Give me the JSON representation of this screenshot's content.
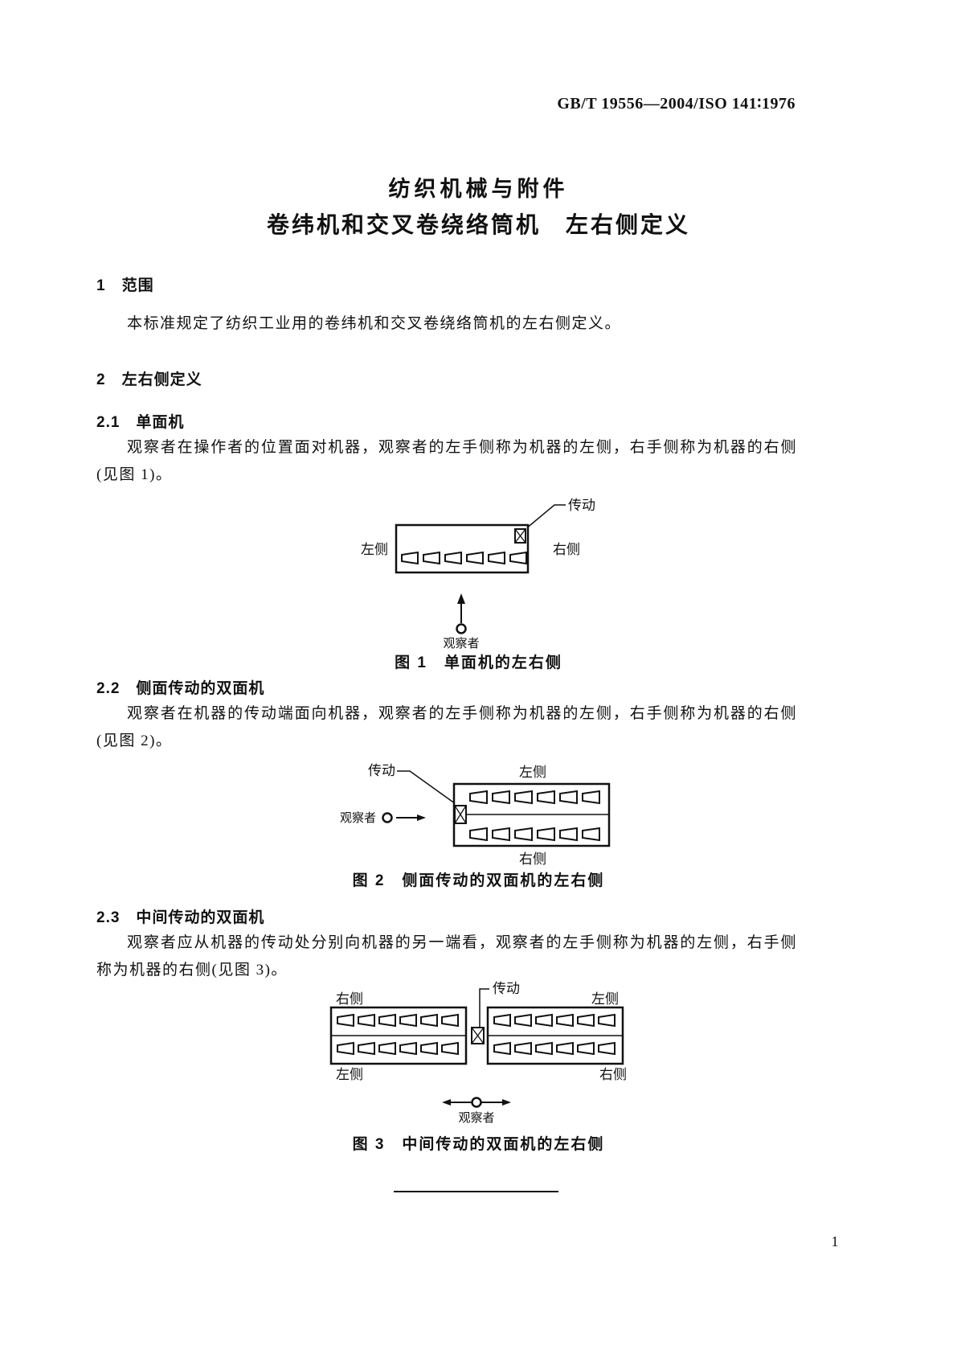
{
  "document": {
    "standard_number": "GB/T 19556—2004/ISO 141∶1976",
    "title_line1": "纺织机械与附件",
    "title_line2": "卷纬机和交叉卷绕络筒机　左右侧定义",
    "page_number": "1"
  },
  "sections": {
    "s1": {
      "heading": "1　范围",
      "body": "本标准规定了纺织工业用的卷纬机和交叉卷绕络筒机的左右侧定义。"
    },
    "s2": {
      "heading": "2　左右侧定义"
    },
    "s21": {
      "heading": "2.1　单面机",
      "body": "观察者在操作者的位置面对机器，观察者的左手侧称为机器的左侧，右手侧称为机器的右侧(见图 1)。"
    },
    "s22": {
      "heading": "2.2　侧面传动的双面机",
      "body": "观察者在机器的传动端面向机器，观察者的左手侧称为机器的左侧，右手侧称为机器的右侧(见图 2)。"
    },
    "s23": {
      "heading": "2.3　中间传动的双面机",
      "body": "观察者应从机器的传动处分别向机器的另一端看，观察者的左手侧称为机器的左侧，右手侧称为机器的右侧(见图 3)。"
    }
  },
  "figures": {
    "fig1": {
      "drive": "传动",
      "left": "左侧",
      "right": "右侧",
      "observer": "观察者",
      "caption": "图 1　单面机的左右侧"
    },
    "fig2": {
      "drive": "传动",
      "top": "左侧",
      "bottom": "右侧",
      "observer": "观察者",
      "caption": "图 2　侧面传动的双面机的左右侧"
    },
    "fig3": {
      "drive": "传动",
      "left_top": "右侧",
      "left_bottom": "左侧",
      "right_top": "左侧",
      "right_bottom": "右侧",
      "observer": "观察者",
      "caption": "图 3　中间传动的双面机的左右侧"
    }
  }
}
